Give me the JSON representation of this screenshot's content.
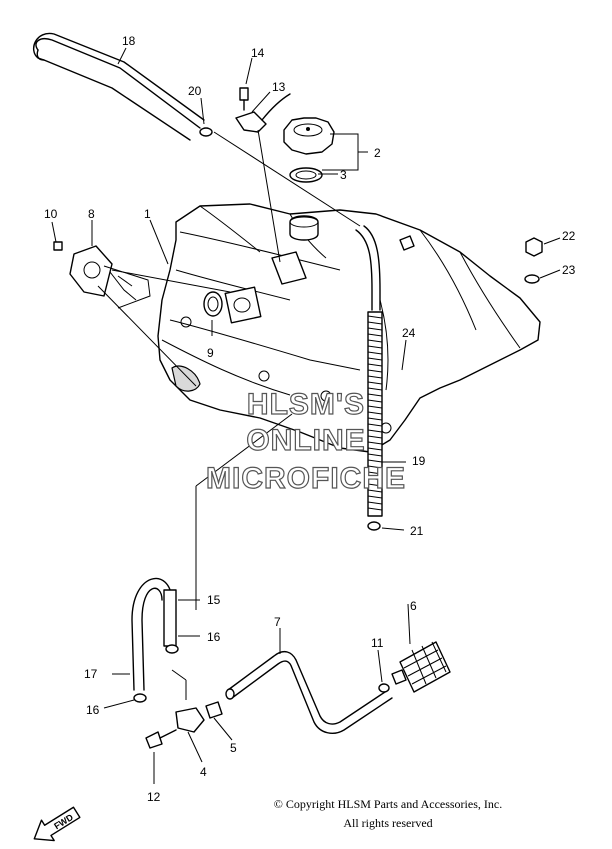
{
  "callouts": {
    "c1": "1",
    "c2": "2",
    "c3": "3",
    "c4": "4",
    "c5": "5",
    "c6": "6",
    "c7": "7",
    "c8": "8",
    "c9": "9",
    "c10": "10",
    "c11": "11",
    "c12": "12",
    "c13": "13",
    "c14": "14",
    "c15": "15",
    "c16a": "16",
    "c16b": "16",
    "c17": "17",
    "c18": "18",
    "c19": "19",
    "c20": "20",
    "c21": "21",
    "c22": "22",
    "c23": "23",
    "c24": "24"
  },
  "watermark": {
    "line1": "HLSM'S",
    "line2": "ONLINE",
    "line3": "MICROFICHE"
  },
  "fwd_label": "FWD",
  "copyright": {
    "line1": "© Copyright HLSM Parts and Accessories, Inc.",
    "line2": "All rights reserved"
  }
}
